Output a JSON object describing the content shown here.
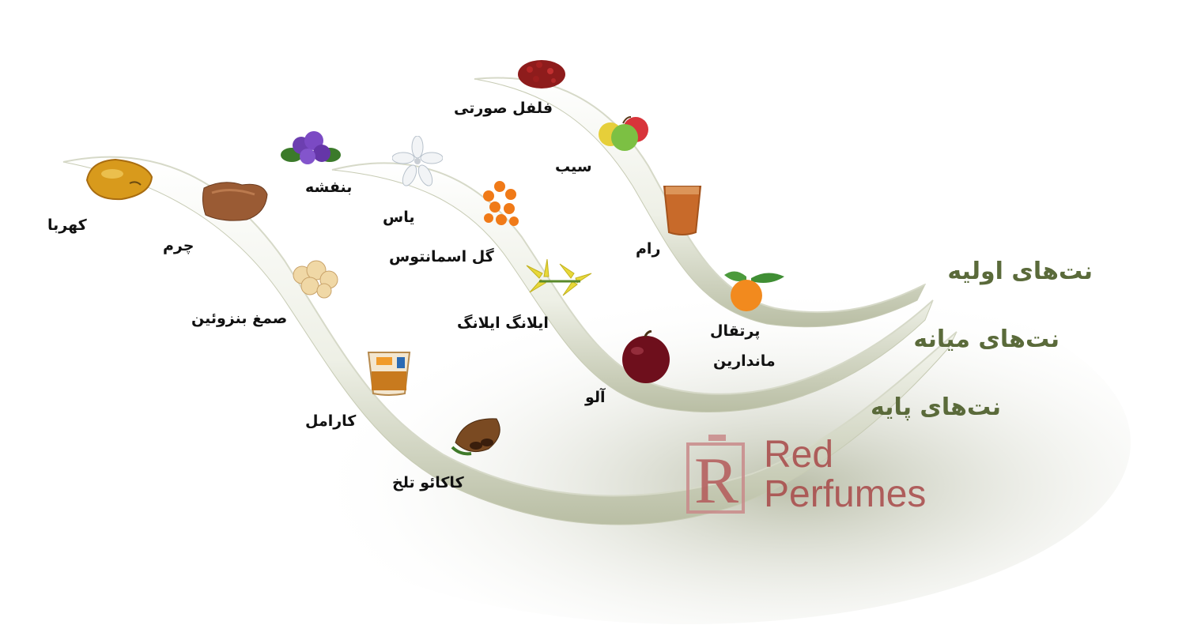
{
  "tiers": {
    "top": "نت‌های اولیه",
    "middle": "نت‌های میانه",
    "base": "نت‌های پایه"
  },
  "notes": {
    "top": {
      "pink_pepper": "فلفل صورتی",
      "apple": "سیب",
      "rum": "رام",
      "mandarin_line1": "پرتقال",
      "mandarin_line2": "ماندارین"
    },
    "middle": {
      "violet": "بنفشه",
      "jasmine": "یاس",
      "osmanthus": "گل اسمانتوس",
      "ylang": "ایلانگ ایلانگ",
      "plum": "آلو"
    },
    "base": {
      "amber": "کهربا",
      "leather": "چرم",
      "benzoin": "صمغ بنزوئین",
      "caramel": "کارامل",
      "cacao": "کاکائو تلخ"
    }
  },
  "logo": {
    "monogram": "R",
    "line1": "Red",
    "line2": "Perfumes"
  },
  "colors": {
    "tier_label": "#5a6a3a",
    "logo": "#a84848",
    "ribbon_light": "#ffffff",
    "ribbon_shadow": "#9aa080"
  }
}
